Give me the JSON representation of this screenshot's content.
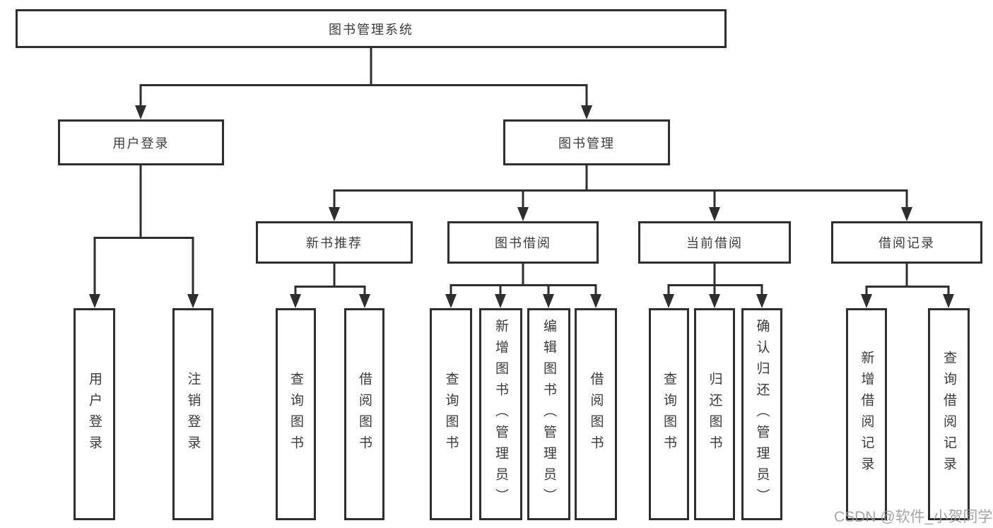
{
  "diagram": {
    "title": "图书管理系统",
    "level2": {
      "user_login": "用户登录",
      "book_management": "图书管理"
    },
    "level3": {
      "new_book_recommend": "新书推荐",
      "book_borrow": "图书借阅",
      "current_borrow": "当前借阅",
      "borrow_records": "借阅记录"
    },
    "leaves": {
      "user_login": [
        "用户登录",
        "注销登录"
      ],
      "new_book_recommend": [
        "查询图书",
        "借阅图书"
      ],
      "book_borrow": [
        "查询图书",
        "新增图书（管理员）",
        "编辑图书（管理员）",
        "借阅图书"
      ],
      "current_borrow": [
        "查询图书",
        "归还图书",
        "确认归还（管理员）"
      ],
      "borrow_records": [
        "新增借阅记录",
        "查询借阅记录"
      ]
    },
    "watermark": "CSDN @软件_小贺同学",
    "colors": {
      "line": "#2e2e2e",
      "text": "#3b3b3b",
      "watermark": "#969696",
      "background": "#ffffff"
    }
  }
}
